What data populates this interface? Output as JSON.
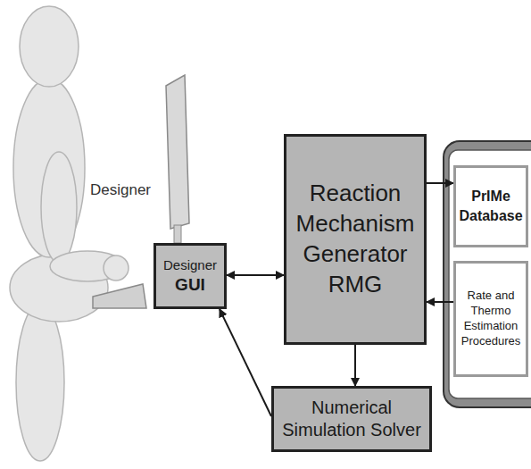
{
  "diagram": {
    "nodes": [
      {
        "text": [
          "Designer",
          "GUI"
        ]
      },
      {
        "text": [
          "Reaction Mechanism Generator RMG"
        ]
      },
      {
        "text": [
          "PrIMe Database"
        ]
      },
      {
        "text": [
          "Rate and Thermo Estimation Procedures"
        ]
      },
      {
        "text": [
          "Numerical Simulation Solver"
        ]
      }
    ],
    "edges": [
      {
        "from": 0,
        "to": 1,
        "arrow": "both"
      },
      {
        "from": 1,
        "to": 2,
        "arrow": "to"
      },
      {
        "from": 3,
        "to": 1,
        "arrow": "to"
      },
      {
        "from": 1,
        "to": 4,
        "arrow": "to"
      },
      {
        "from": 4,
        "to": 0,
        "arrow": "to"
      }
    ],
    "labels": [
      "Designer"
    ]
  }
}
